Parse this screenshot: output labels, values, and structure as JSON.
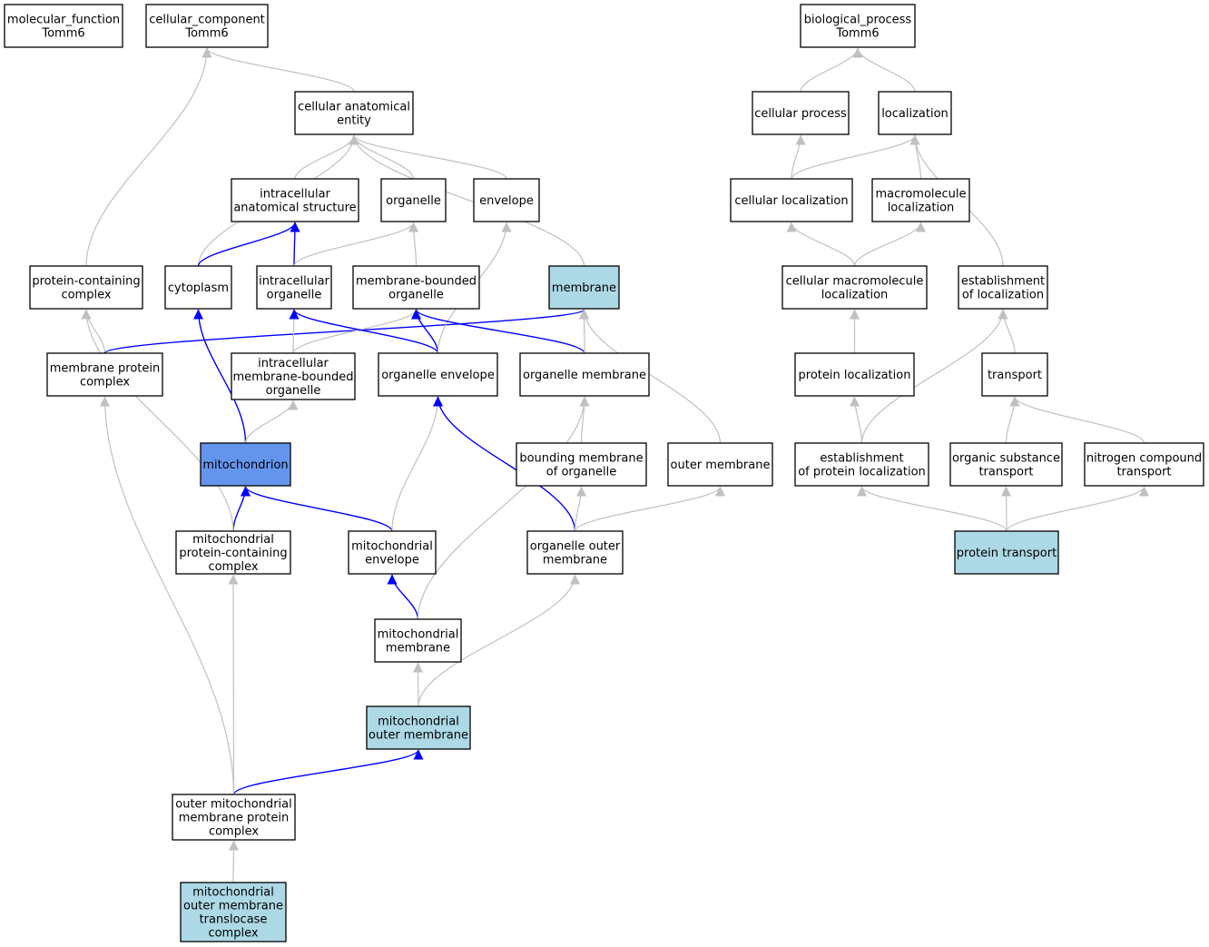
{
  "colors": {
    "plain": "#ffffff",
    "highlight": "#add8e6",
    "focus": "#6495ed",
    "edge_gray": "#c0c0c0",
    "edge_blue": "#0000ff"
  },
  "nodes": [
    {
      "id": "mf",
      "lines": [
        "molecular_function",
        "Tomm6"
      ],
      "style": "plain"
    },
    {
      "id": "cc",
      "lines": [
        "cellular_component",
        "Tomm6"
      ],
      "style": "plain"
    },
    {
      "id": "bp",
      "lines": [
        "biological_process",
        "Tomm6"
      ],
      "style": "plain"
    },
    {
      "id": "cae",
      "lines": [
        "cellular anatomical",
        "entity"
      ],
      "style": "plain"
    },
    {
      "id": "cproc",
      "lines": [
        "cellular process"
      ],
      "style": "plain"
    },
    {
      "id": "loc",
      "lines": [
        "localization"
      ],
      "style": "plain"
    },
    {
      "id": "ias",
      "lines": [
        "intracellular",
        "anatomical structure"
      ],
      "style": "plain"
    },
    {
      "id": "organelle",
      "lines": [
        "organelle"
      ],
      "style": "plain"
    },
    {
      "id": "envelope",
      "lines": [
        "envelope"
      ],
      "style": "plain"
    },
    {
      "id": "cloc",
      "lines": [
        "cellular localization"
      ],
      "style": "plain"
    },
    {
      "id": "mloc",
      "lines": [
        "macromolecule",
        "localization"
      ],
      "style": "plain"
    },
    {
      "id": "pcc",
      "lines": [
        "protein-containing",
        "complex"
      ],
      "style": "plain"
    },
    {
      "id": "cytoplasm",
      "lines": [
        "cytoplasm"
      ],
      "style": "plain"
    },
    {
      "id": "io",
      "lines": [
        "intracellular",
        "organelle"
      ],
      "style": "plain"
    },
    {
      "id": "mbo",
      "lines": [
        "membrane-bounded",
        "organelle"
      ],
      "style": "plain"
    },
    {
      "id": "membrane",
      "lines": [
        "membrane"
      ],
      "style": "highlight"
    },
    {
      "id": "cmloc",
      "lines": [
        "cellular macromolecule",
        "localization"
      ],
      "style": "plain"
    },
    {
      "id": "eoloc",
      "lines": [
        "establishment",
        "of localization"
      ],
      "style": "plain"
    },
    {
      "id": "mpc",
      "lines": [
        "membrane protein",
        "complex"
      ],
      "style": "plain"
    },
    {
      "id": "imbo",
      "lines": [
        "intracellular",
        "membrane-bounded",
        "organelle"
      ],
      "style": "plain"
    },
    {
      "id": "oenv",
      "lines": [
        "organelle envelope"
      ],
      "style": "plain"
    },
    {
      "id": "omem",
      "lines": [
        "organelle membrane"
      ],
      "style": "plain"
    },
    {
      "id": "ploc",
      "lines": [
        "protein localization"
      ],
      "style": "plain"
    },
    {
      "id": "transport",
      "lines": [
        "transport"
      ],
      "style": "plain"
    },
    {
      "id": "mito",
      "lines": [
        "mitochondrion"
      ],
      "style": "focus"
    },
    {
      "id": "bmo",
      "lines": [
        "bounding membrane",
        "of organelle"
      ],
      "style": "plain"
    },
    {
      "id": "outm",
      "lines": [
        "outer membrane"
      ],
      "style": "plain"
    },
    {
      "id": "eploc",
      "lines": [
        "establishment",
        "of protein localization"
      ],
      "style": "plain"
    },
    {
      "id": "ost",
      "lines": [
        "organic substance",
        "transport"
      ],
      "style": "plain"
    },
    {
      "id": "nct",
      "lines": [
        "nitrogen compound",
        "transport"
      ],
      "style": "plain"
    },
    {
      "id": "mpcc",
      "lines": [
        "mitochondrial",
        "protein-containing",
        "complex"
      ],
      "style": "plain"
    },
    {
      "id": "menv",
      "lines": [
        "mitochondrial",
        "envelope"
      ],
      "style": "plain"
    },
    {
      "id": "oom",
      "lines": [
        "organelle outer",
        "membrane"
      ],
      "style": "plain"
    },
    {
      "id": "ptrans",
      "lines": [
        "protein transport"
      ],
      "style": "highlight"
    },
    {
      "id": "mmem",
      "lines": [
        "mitochondrial",
        "membrane"
      ],
      "style": "plain"
    },
    {
      "id": "mom",
      "lines": [
        "mitochondrial",
        "outer membrane"
      ],
      "style": "highlight"
    },
    {
      "id": "ompc",
      "lines": [
        "outer mitochondrial",
        "membrane protein",
        "complex"
      ],
      "style": "plain"
    },
    {
      "id": "tom",
      "lines": [
        "mitochondrial",
        "outer membrane",
        "translocase",
        "complex"
      ],
      "style": "highlight"
    }
  ],
  "edges": [
    {
      "from": "cae",
      "to": "cc",
      "color": "gray"
    },
    {
      "from": "pcc",
      "to": "cc",
      "color": "gray"
    },
    {
      "from": "ias",
      "to": "cae",
      "color": "gray"
    },
    {
      "from": "organelle",
      "to": "cae",
      "color": "gray"
    },
    {
      "from": "envelope",
      "to": "cae",
      "color": "gray"
    },
    {
      "from": "membrane",
      "to": "cae",
      "color": "gray"
    },
    {
      "from": "cytoplasm",
      "to": "cae",
      "color": "gray"
    },
    {
      "from": "cytoplasm",
      "to": "ias",
      "color": "blue"
    },
    {
      "from": "io",
      "to": "ias",
      "color": "blue"
    },
    {
      "from": "io",
      "to": "organelle",
      "color": "gray"
    },
    {
      "from": "mbo",
      "to": "organelle",
      "color": "gray"
    },
    {
      "from": "mpc",
      "to": "pcc",
      "color": "gray"
    },
    {
      "from": "mpc",
      "to": "membrane",
      "color": "blue"
    },
    {
      "from": "imbo",
      "to": "io",
      "color": "gray"
    },
    {
      "from": "imbo",
      "to": "mbo",
      "color": "gray"
    },
    {
      "from": "oenv",
      "to": "io",
      "color": "blue"
    },
    {
      "from": "oenv",
      "to": "mbo",
      "color": "blue"
    },
    {
      "from": "oenv",
      "to": "envelope",
      "color": "gray"
    },
    {
      "from": "omem",
      "to": "mbo",
      "color": "blue"
    },
    {
      "from": "omem",
      "to": "membrane",
      "color": "gray"
    },
    {
      "from": "outm",
      "to": "membrane",
      "color": "gray"
    },
    {
      "from": "mito",
      "to": "cytoplasm",
      "color": "blue"
    },
    {
      "from": "mito",
      "to": "imbo",
      "color": "gray"
    },
    {
      "from": "bmo",
      "to": "omem",
      "color": "gray"
    },
    {
      "from": "mpcc",
      "to": "mito",
      "color": "blue"
    },
    {
      "from": "mpcc",
      "to": "pcc",
      "color": "gray"
    },
    {
      "from": "menv",
      "to": "mito",
      "color": "blue"
    },
    {
      "from": "menv",
      "to": "oenv",
      "color": "gray"
    },
    {
      "from": "oom",
      "to": "oenv",
      "color": "blue"
    },
    {
      "from": "oom",
      "to": "bmo",
      "color": "gray"
    },
    {
      "from": "oom",
      "to": "outm",
      "color": "gray"
    },
    {
      "from": "mmem",
      "to": "menv",
      "color": "blue"
    },
    {
      "from": "mmem",
      "to": "omem",
      "color": "gray"
    },
    {
      "from": "mom",
      "to": "mmem",
      "color": "gray"
    },
    {
      "from": "mom",
      "to": "oom",
      "color": "gray"
    },
    {
      "from": "ompc",
      "to": "mom",
      "color": "blue"
    },
    {
      "from": "ompc",
      "to": "mpcc",
      "color": "gray"
    },
    {
      "from": "ompc",
      "to": "mpc",
      "color": "gray"
    },
    {
      "from": "tom",
      "to": "ompc",
      "color": "gray"
    },
    {
      "from": "cproc",
      "to": "bp",
      "color": "gray"
    },
    {
      "from": "loc",
      "to": "bp",
      "color": "gray"
    },
    {
      "from": "cloc",
      "to": "cproc",
      "color": "gray"
    },
    {
      "from": "cloc",
      "to": "loc",
      "color": "gray"
    },
    {
      "from": "mloc",
      "to": "loc",
      "color": "gray"
    },
    {
      "from": "eoloc",
      "to": "loc",
      "color": "gray"
    },
    {
      "from": "cmloc",
      "to": "cloc",
      "color": "gray"
    },
    {
      "from": "cmloc",
      "to": "mloc",
      "color": "gray"
    },
    {
      "from": "ploc",
      "to": "cmloc",
      "color": "gray"
    },
    {
      "from": "transport",
      "to": "eoloc",
      "color": "gray"
    },
    {
      "from": "eploc",
      "to": "ploc",
      "color": "gray"
    },
    {
      "from": "eploc",
      "to": "eoloc",
      "color": "gray"
    },
    {
      "from": "ost",
      "to": "transport",
      "color": "gray"
    },
    {
      "from": "nct",
      "to": "transport",
      "color": "gray"
    },
    {
      "from": "ptrans",
      "to": "eploc",
      "color": "gray"
    },
    {
      "from": "ptrans",
      "to": "ost",
      "color": "gray"
    },
    {
      "from": "ptrans",
      "to": "nct",
      "color": "gray"
    }
  ]
}
